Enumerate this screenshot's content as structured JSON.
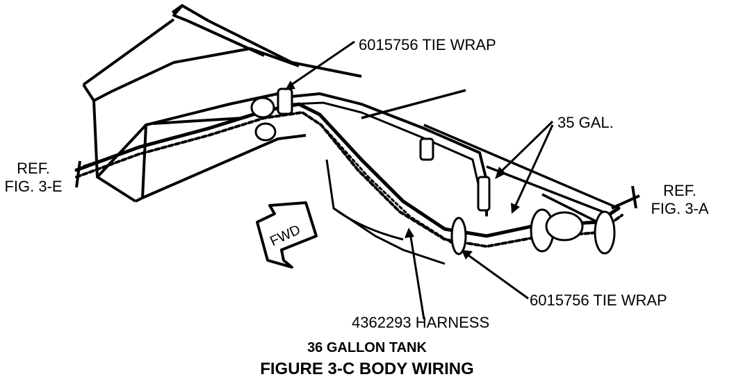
{
  "labels": {
    "tie_wrap_top": "6015756 TIE WRAP",
    "gal_35": "35 GAL.",
    "ref_left_1": "REF.",
    "ref_left_2": "FIG. 3-E",
    "ref_right_1": "REF.",
    "ref_right_2": "FIG. 3-A",
    "fwd": "FWD",
    "tie_wrap_bottom": "6015756 TIE WRAP",
    "harness": "4362293 HARNESS"
  },
  "caption": {
    "subtitle": "36 GALLON TANK",
    "title": "FIGURE 3-C  BODY WIRING"
  }
}
